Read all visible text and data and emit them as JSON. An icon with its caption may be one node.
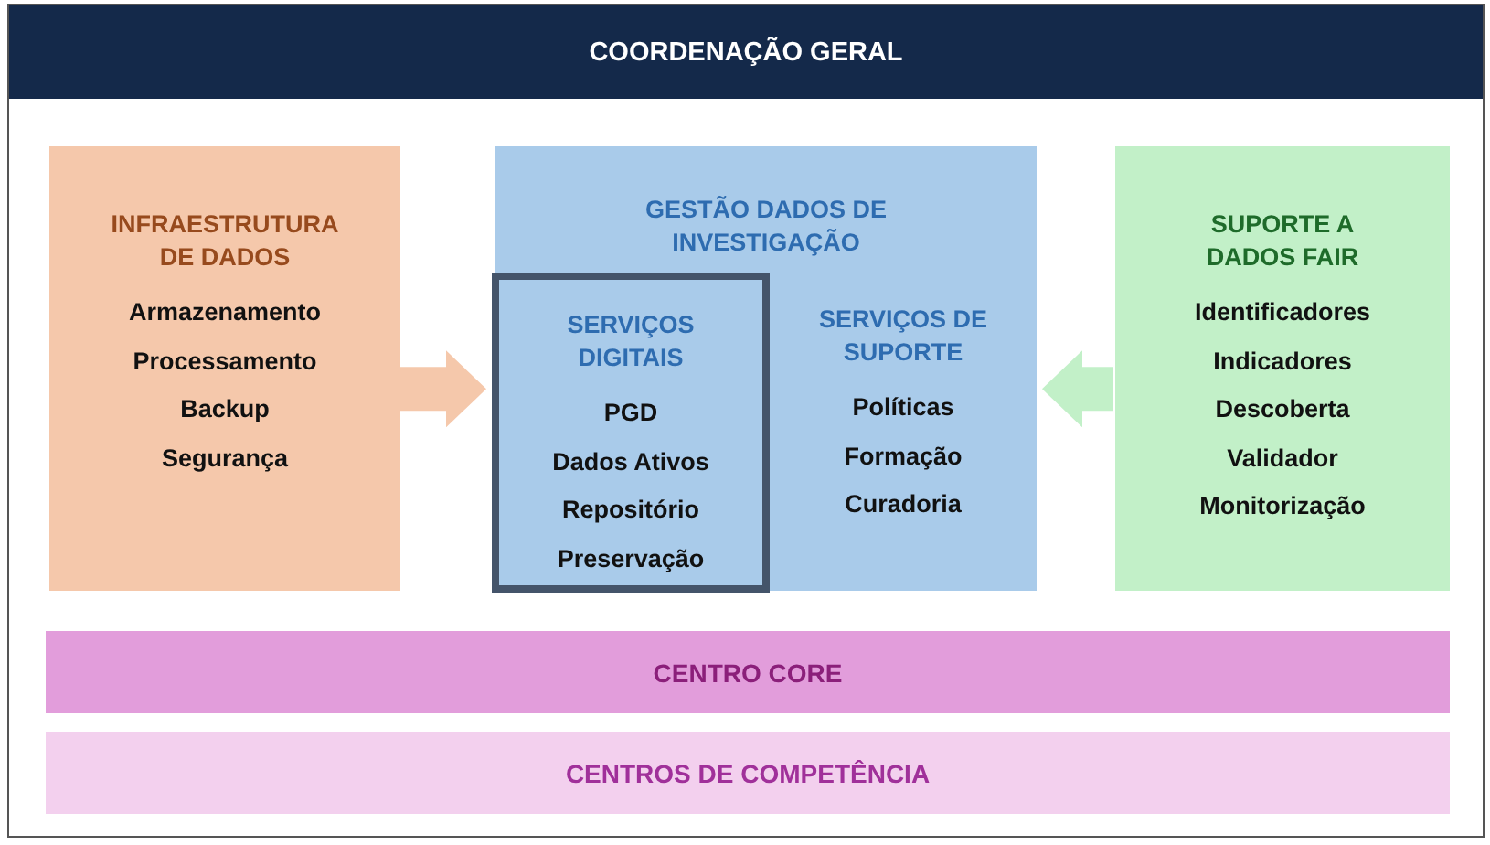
{
  "diagram": {
    "nodes": [
      {
        "text": [
          "COORDENAÇÃO GERAL"
        ]
      },
      {
        "text": [
          "INFRAESTRUTURA DE DADOS",
          "Armazenamento",
          "Processamento",
          "Backup",
          "Segurança"
        ],
        "in": 0
      },
      {
        "text": [
          "GESTÃO DADOS DE INVESTIGAÇÃO",
          "SERVIÇOS DE SUPORTE",
          "Políticas",
          "Formação",
          "Curadoria"
        ],
        "in": 0
      },
      {
        "text": [
          "SERVIÇOS DIGITAIS",
          "PGD",
          "Dados Ativos",
          "Repositório",
          "Preservação"
        ],
        "in": 2
      },
      {
        "text": [
          "SUPORTE A DADOS FAIR",
          "Identificadores",
          "Indicadores",
          "Descoberta",
          "Validador",
          "Monitorização"
        ],
        "in": 0
      },
      {
        "text": [
          "CENTRO CORE"
        ],
        "in": 0
      },
      {
        "text": [
          "CENTROS DE COMPETÊNCIA"
        ],
        "in": 0
      }
    ],
    "edges": [
      {
        "from": 1,
        "to": 2,
        "arrow": "to",
        "color": "#f5c8ab"
      },
      {
        "from": 4,
        "to": 2,
        "arrow": "to",
        "color": "#c2f0c8"
      }
    ]
  }
}
